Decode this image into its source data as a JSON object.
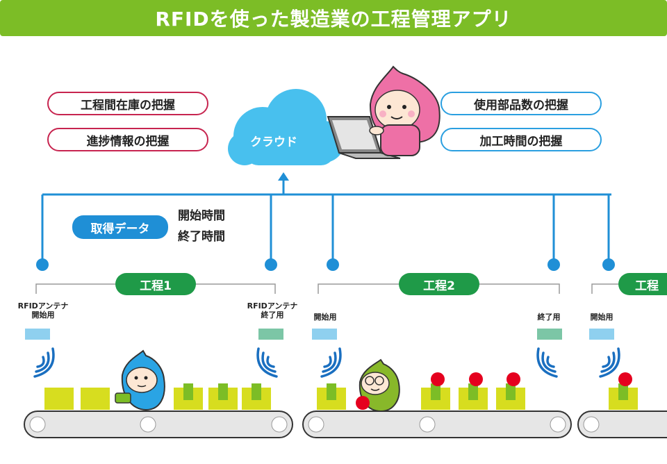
{
  "title": "RFIDを使った製造業の工程管理アプリ",
  "cloud": {
    "label": "クラウド"
  },
  "features": [
    "工程間在庫の把握",
    "進捗情報の把握",
    "使用部品数の把握",
    "加工時間の把握"
  ],
  "acquired": {
    "label": "取得データ",
    "items": [
      "開始時間",
      "終了時間"
    ]
  },
  "processes": [
    {
      "label": "工程1",
      "start_label": "RFIDアンテナ\n開始用",
      "end_label": "RFIDアンテナ\n終了用"
    },
    {
      "label": "工程2",
      "start_label": "開始用",
      "end_label": "終了用"
    },
    {
      "label": "工程",
      "start_label": "開始用"
    }
  ],
  "colors": {
    "banner": "#7cbd26",
    "process": "#1f9a48",
    "network": "#1f8fd6",
    "red_pill": "#c7244f",
    "blue_pill": "#2a9fe0"
  }
}
